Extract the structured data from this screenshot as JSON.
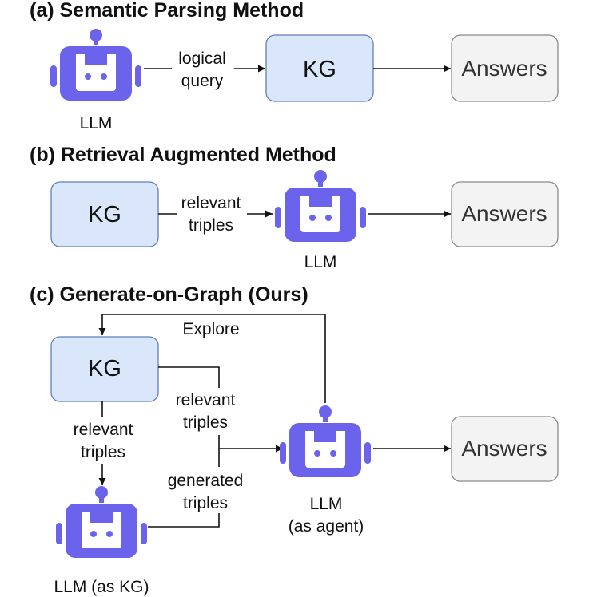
{
  "sections": {
    "a": {
      "title": "(a) Semantic Parsing Method",
      "edge1": [
        "logical",
        "query"
      ],
      "kg": "KG",
      "answers": "Answers",
      "llm": "LLM"
    },
    "b": {
      "title": "(b) Retrieval Augmented Method",
      "kg": "KG",
      "edge1": [
        "relevant",
        "triples"
      ],
      "llm": "LLM",
      "answers": "Answers"
    },
    "c": {
      "title": "(c) Generate-on-Graph (Ours)",
      "kg": "KG",
      "explore": "Explore",
      "edge_kg_agent": [
        "relevant",
        "triples"
      ],
      "edge_kg_llmkg": [
        "relevant",
        "triples"
      ],
      "edge_generated": [
        "generated",
        "triples"
      ],
      "agent": [
        "LLM",
        "(as agent)"
      ],
      "llm_as_kg": "LLM (as KG)",
      "answers": "Answers"
    }
  },
  "colors": {
    "robot": "#6c63ec",
    "kg_fill": "#dae7fb",
    "answers_fill": "#f3f3f3"
  },
  "icons": [
    "robot-icon"
  ]
}
